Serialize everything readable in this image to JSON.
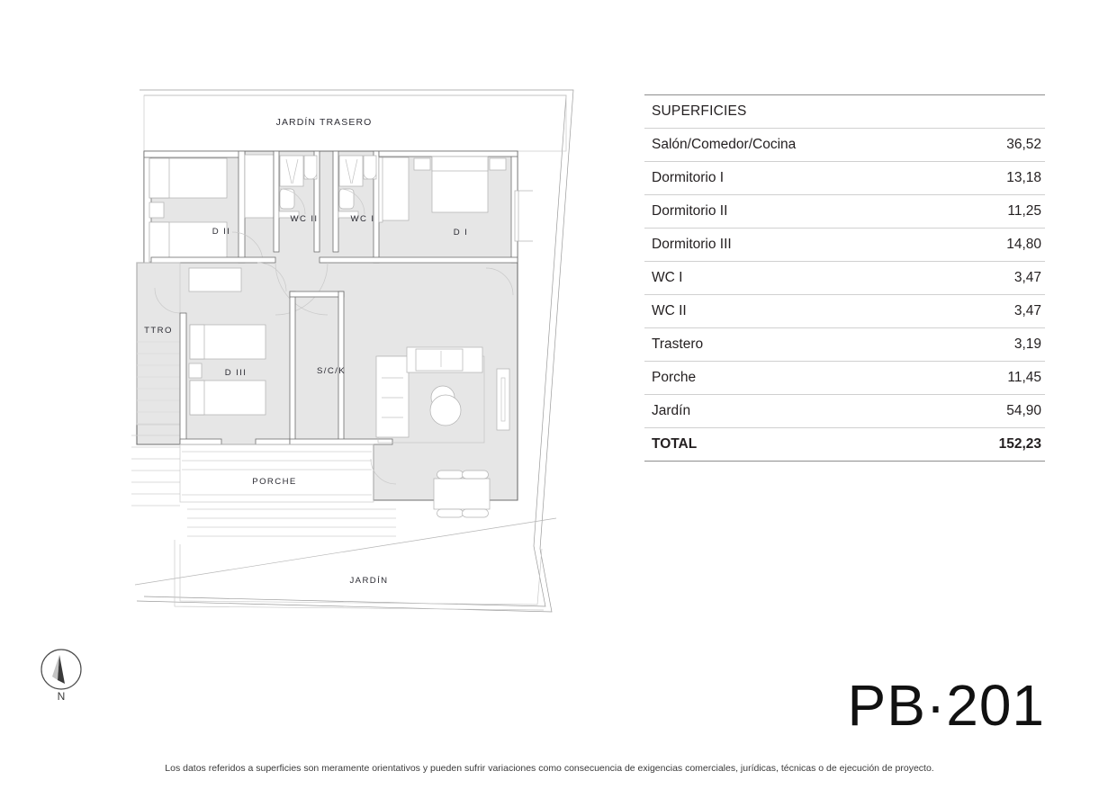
{
  "plan": {
    "code": "PB·201",
    "labels": {
      "jardin_trasero": "JARDÍN TRASERO",
      "jardin": "JARDÍN",
      "porche": "PORCHE",
      "dormitorio_1": "D I",
      "dormitorio_2": "D II",
      "dormitorio_3": "D III",
      "wc_1": "WC I",
      "wc_2": "WC II",
      "salon": "S/C/K",
      "trastero": "TTRO"
    },
    "compass": {
      "north_letter": "N",
      "needle_color": "#3a3a3a"
    },
    "colors": {
      "room_fill": "#e6e6e6",
      "wall_stroke": "#6f6f6f",
      "furniture_stroke": "#b0b0b0",
      "plot_stroke": "#9a9a9a"
    }
  },
  "surfaces": {
    "header": "SUPERFICIES",
    "header_value": "",
    "rows": [
      {
        "label": "Salón/Comedor/Cocina",
        "value": "36,52"
      },
      {
        "label": "Dormitorio I",
        "value": "13,18"
      },
      {
        "label": "Dormitorio II",
        "value": "11,25"
      },
      {
        "label": "Dormitorio III",
        "value": "14,80"
      },
      {
        "label": "WC I",
        "value": "3,47"
      },
      {
        "label": "WC II",
        "value": "3,47"
      },
      {
        "label": "Trastero",
        "value": "3,19"
      },
      {
        "label": "Porche",
        "value": "11,45"
      },
      {
        "label": "Jardín",
        "value": "54,90"
      }
    ],
    "total": {
      "label": "TOTAL",
      "value": "152,23"
    }
  },
  "disclaimer": "Los datos referidos a superficies son meramente orientativos y pueden sufrir variaciones como consecuencia de exigencias comerciales, jurídicas, técnicas o de ejecución de proyecto."
}
